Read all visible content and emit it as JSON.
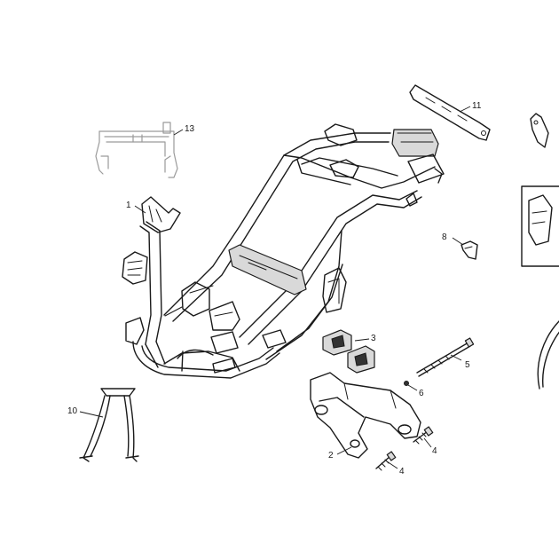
{
  "callouts": {
    "c1": "1",
    "c2": "2",
    "c3": "3",
    "c4a": "4",
    "c4b": "4",
    "c5": "5",
    "c6": "6",
    "c8": "8",
    "c10": "10",
    "c11": "11",
    "c13": "13"
  }
}
